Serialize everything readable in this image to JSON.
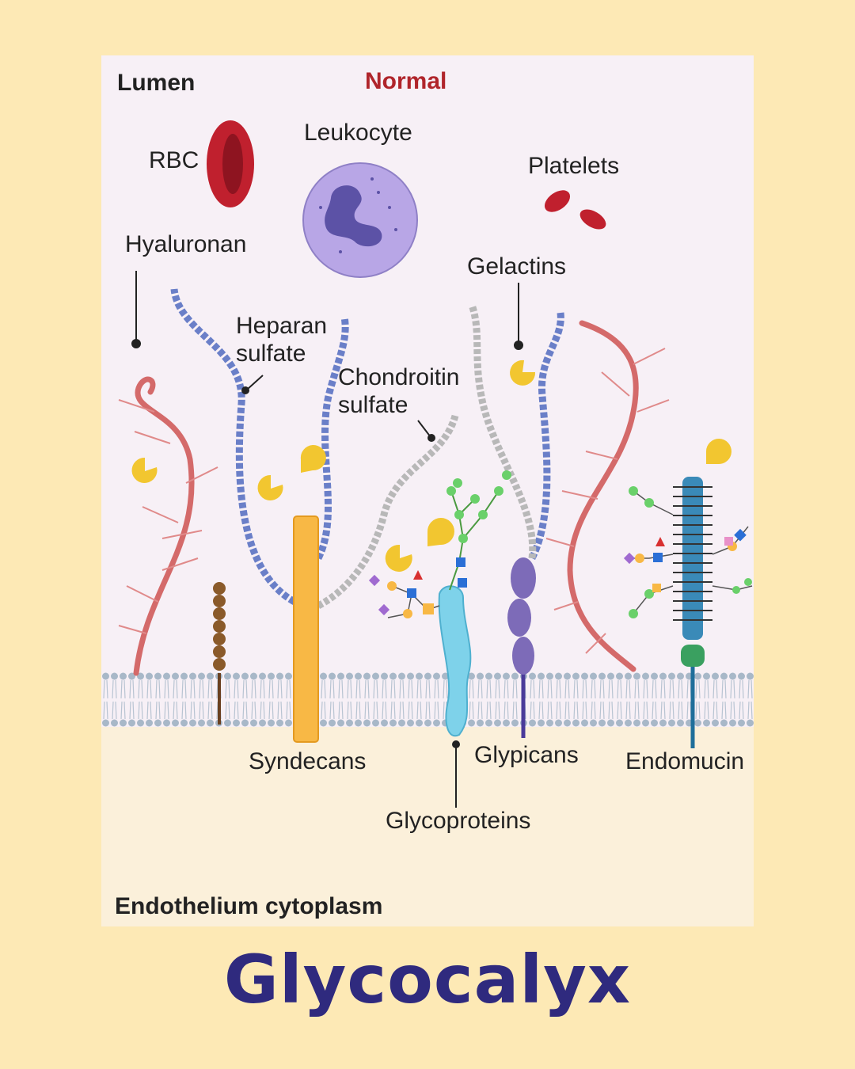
{
  "header": {
    "lumen": "Lumen",
    "state": "Normal"
  },
  "cells": {
    "rbc": "RBC",
    "leukocyte": "Leukocyte",
    "platelets": "Platelets"
  },
  "components": {
    "hyaluronan": "Hyaluronan",
    "gelactins": "Gelactins",
    "heparan_sulfate": "Heparan\nsulfate",
    "chondroitin_sulfate": "Chondroitin\nsulfate",
    "syndecans": "Syndecans",
    "glypicans": "Glypicans",
    "endomucin": "Endomucin",
    "glycoproteins": "Glycoproteins"
  },
  "footer": {
    "cytoplasm": "Endothelium cytoplasm"
  },
  "title": "Glycocalyx",
  "colors": {
    "background": "#fde9b5",
    "lumen": "#f7f0f6",
    "cytoplasm": "#fbf0da",
    "normal_label": "#b0252b",
    "title": "#2f2a7e",
    "rbc": "#c0202e",
    "leukocyte": "#b8a6e6",
    "hyaluronan": "#d46a6a",
    "heparan": "#6a7fc8",
    "chondroitin": "#b8b8b8",
    "syndecan": "#f8b845",
    "glypican": "#7d6bb8",
    "glycoprotein": "#7ed2ea",
    "endomucin": "#3a8ab8",
    "gelectin": "#f2c630"
  }
}
